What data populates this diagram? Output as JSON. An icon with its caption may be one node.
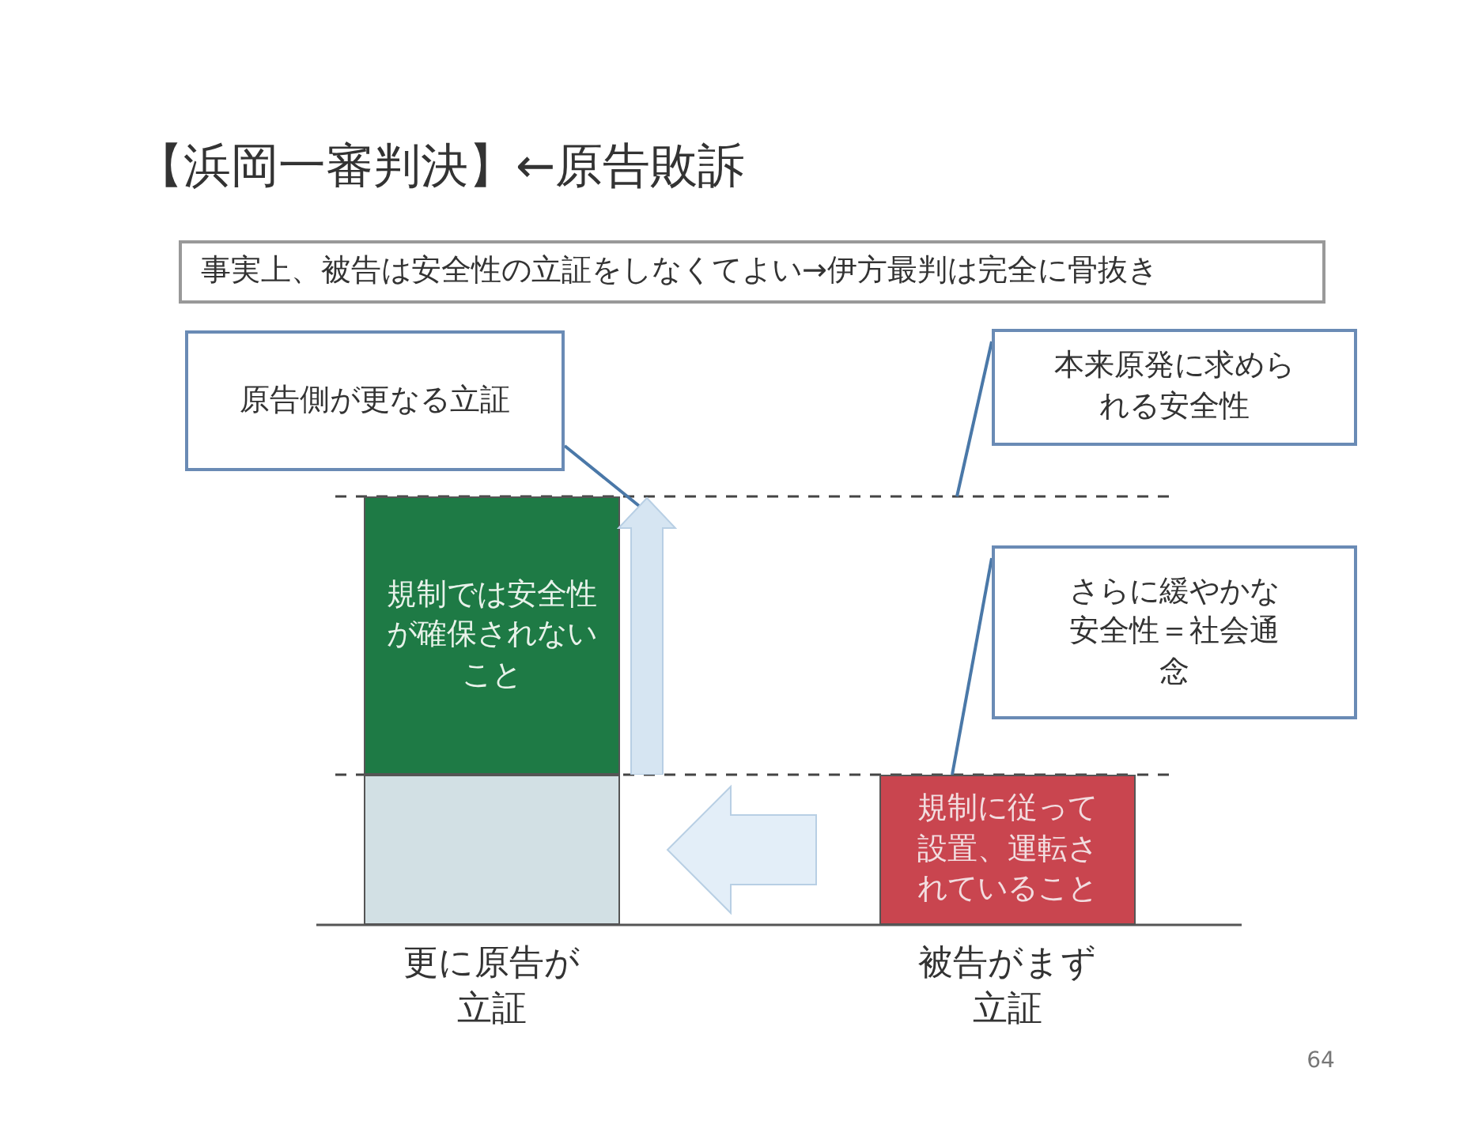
{
  "diagram": {
    "title": "【浜岡一審判決】←原告敗訴",
    "nodes": [
      {
        "text": [
          "事実上、被告は安全性の立証をしなくてよい→伊方最判は完全に骨抜き"
        ]
      },
      {
        "text": [
          "原告側が更なる立証"
        ]
      },
      {
        "text": [
          "本来原発に求められる安全性"
        ]
      },
      {
        "text": [
          "規制では安全性が確保されないこと"
        ]
      },
      {
        "text": [],
        "shape": "bar",
        "beside": [
          "更に原告が立証"
        ]
      },
      {
        "text": [
          "さらに緩やかな安全性＝社会通念"
        ]
      },
      {
        "text": [
          "規制に従って設置、運転されていること"
        ],
        "beside": [
          "被告がまず立証"
        ]
      },
      {
        "text": [],
        "shape": "arrow"
      }
    ],
    "edges": [
      {
        "from": 1,
        "to": 7,
        "arrow": "none"
      },
      {
        "from": 2,
        "to": null,
        "arrow": "none"
      },
      {
        "from": 5,
        "to": 6,
        "arrow": "none"
      },
      {
        "from": 6,
        "to": 4,
        "arrow": "to"
      }
    ],
    "labels": [
      "64"
    ]
  }
}
